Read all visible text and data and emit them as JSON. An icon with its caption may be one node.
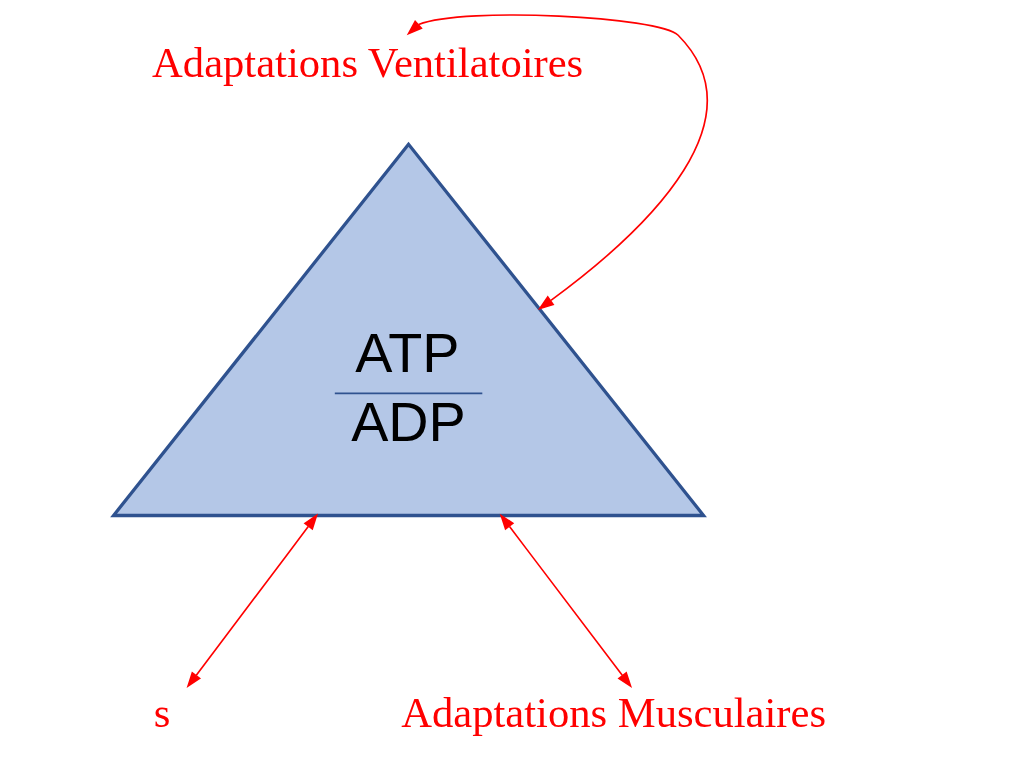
{
  "diagram": {
    "nodes": [
      {
        "text": [
          "Adaptations Ventilatoires"
        ]
      },
      {
        "text": [
          "ATP",
          "ADP"
        ]
      },
      {
        "text": [
          "s"
        ]
      },
      {
        "text": [
          "Adaptations Musculaires"
        ]
      }
    ],
    "edges": [
      {
        "from": 1,
        "to": 0,
        "arrow": "both"
      },
      {
        "from": 1,
        "to": 2,
        "arrow": "both"
      },
      {
        "from": 1,
        "to": 3,
        "arrow": "both"
      }
    ]
  }
}
